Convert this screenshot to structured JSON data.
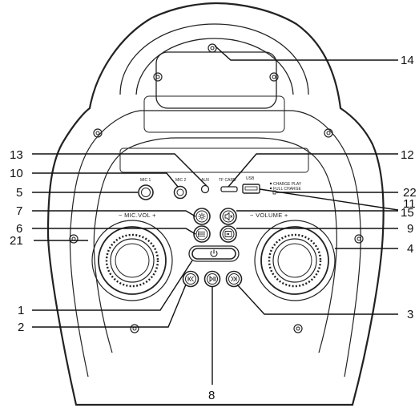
{
  "callouts": {
    "c1": "1",
    "c2": "2",
    "c3": "3",
    "c4": "4",
    "c5": "5",
    "c6": "6",
    "c7": "7",
    "c8": "8",
    "c9": "9",
    "c10": "10",
    "c11": "11",
    "c12": "12",
    "c13": "13",
    "c14": "14",
    "c15": "15",
    "c21": "21",
    "c22": "22"
  },
  "panel_labels": {
    "mic_vol": "− MIC.VOL +",
    "volume": "− VOLUME +",
    "mic1": "MIC 1",
    "mic2": "MIC 2",
    "aux": "AUX",
    "tf_card": "TF CARD",
    "usb": "USB",
    "led_1": "CHARGE PLAY",
    "led_2": "FULL CHARGE"
  },
  "icons": {
    "light": "light-icon",
    "mode": "mode-menu-icon",
    "mute": "mute-icon",
    "input": "input-source-icon",
    "power": "power-icon",
    "prev": "previous-track-icon",
    "play": "play-pause-icon",
    "next": "next-track-icon"
  }
}
